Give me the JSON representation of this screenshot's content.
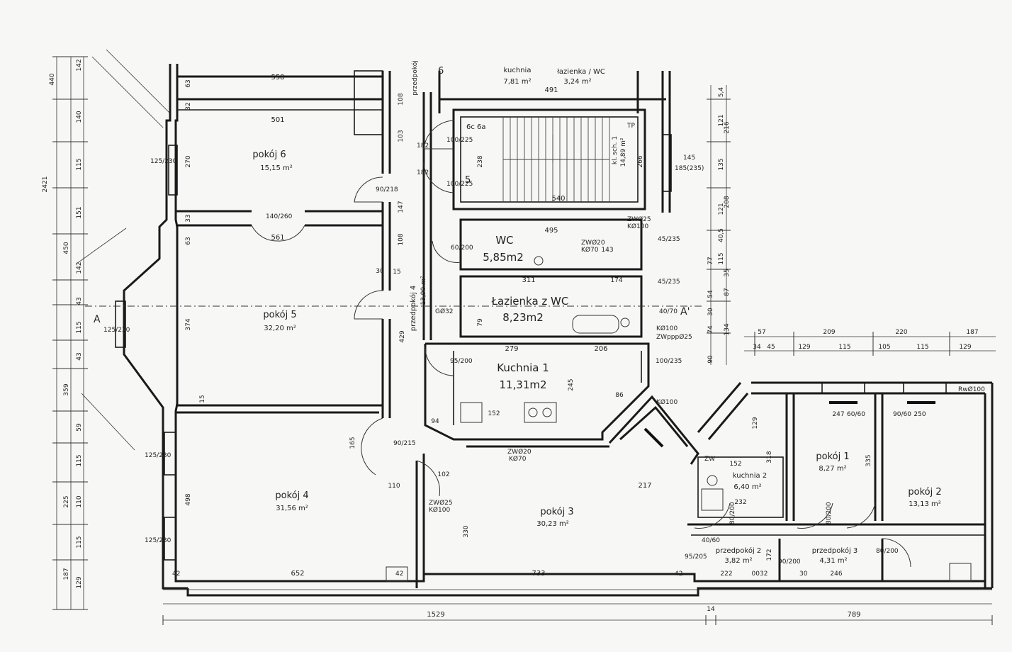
{
  "rooms": {
    "pokoj6": {
      "name": "pokój 6",
      "area": "15,15 m²"
    },
    "pokoj5": {
      "name": "pokój 5",
      "area": "32,20 m²"
    },
    "pokoj4": {
      "name": "pokój 4",
      "area": "31,56 m²"
    },
    "pokoj3": {
      "name": "pokój 3",
      "area": "30,23 m²"
    },
    "pokoj1": {
      "name": "pokój 1",
      "area": "8,27 m²"
    },
    "pokoj2": {
      "name": "pokój 2",
      "area": "13,13 m²"
    },
    "kuchnia1": {
      "name": "Kuchnia 1",
      "area": "11,31m2"
    },
    "kuchnia2": {
      "name": "kuchnia 2",
      "area": "6,40 m²"
    },
    "kuchnia_top": {
      "name": "kuchnia",
      "area": "7,81 m²"
    },
    "lazienka_top": {
      "name": "łazienka / WC",
      "area": "3,24 m²"
    },
    "wc": {
      "name": "WC",
      "area": "5,85m2"
    },
    "lazienka": {
      "name": "Łazienka z WC",
      "area": "8,23m2"
    },
    "klatka": {
      "name": "kl. sch. 1",
      "area": "14,89 m²"
    },
    "przedpokoj4": {
      "name": "przedpokój 4",
      "area": "13,90 m²"
    },
    "przedpokoj2": {
      "name": "przedpokój 2",
      "area": "3,82 m²"
    },
    "przedpokoj3": {
      "name": "przedpokój 3",
      "area": "4,31 m²"
    },
    "przedpokoj_top": {
      "name": "przedpokój"
    }
  },
  "markers": {
    "section_left": "A",
    "section_right": "A'",
    "stair_label": "6c 6a",
    "tp": "TP",
    "zw_label": "ZW",
    "num6": "6",
    "num5": "5"
  },
  "dims": {
    "overall_left": "1529",
    "overall_right": "789",
    "overall_mid": "14",
    "bottom_42a": "42",
    "bottom_652": "652",
    "bottom_42b": "42",
    "bottom_733": "733",
    "bottom_42c": "42",
    "bottom_222": "222",
    "bottom_30": "30",
    "bottom_246": "246",
    "bottom_0032": "0032",
    "top_558": "558",
    "top_501": "501",
    "top_491": "491",
    "top_540": "540",
    "top_495": "495",
    "top_311": "311",
    "top_279": "279",
    "top_206": "206",
    "top_561": "561",
    "top_152a": "152",
    "top_152b": "152",
    "top_232": "232",
    "top_217": "217",
    "top_110": "110",
    "top_102": "102",
    "top_143": "143",
    "top_174": "174",
    "top_247": "247",
    "top_250": "250",
    "top_94": "94",
    "top_86": "86",
    "r_57": "57",
    "r_209": "209",
    "r_220": "220",
    "r_187": "187",
    "r_34": "34",
    "r_45": "45",
    "r_129a": "129",
    "r_115a": "115",
    "r_105": "105",
    "r_115b": "115",
    "r_129b": "129",
    "left_440": "440",
    "left_2421": "2421",
    "left_450": "450",
    "left_359": "359",
    "left_225": "225",
    "left_187": "187",
    "left_142a": "142",
    "left_140": "140",
    "left_115a": "115",
    "left_151": "151",
    "left_142b": "142",
    "left_43a": "43",
    "left_115b": "115",
    "left_43b": "43",
    "left_59": "59",
    "left_115c": "115",
    "left_110": "110",
    "left_115d": "115",
    "left_129": "129",
    "v_270": "270",
    "v_374": "374",
    "v_498": "498",
    "v_429": "429",
    "v_330": "330",
    "v_165": "165",
    "v_108a": "108",
    "v_103": "103",
    "v_147": "147",
    "v_108b": "108",
    "v_238": "238",
    "v_266": "266",
    "v_245": "245",
    "v_335": "335",
    "v_318": "318",
    "v_172": "172",
    "v_129c": "129",
    "v_79": "79",
    "v_63a": "63",
    "v_63b": "63",
    "v_32": "32",
    "v_33": "33",
    "v_30": "30",
    "v_15a": "15",
    "v_15b": "15",
    "right_5_4": "5,4",
    "right_121a": "121",
    "right_135": "135",
    "right_121b": "121",
    "right_40_5": "40,5",
    "right_115": "115",
    "right_77": "77",
    "right_54": "54",
    "right_30": "30",
    "right_74": "74",
    "right_90": "90",
    "right_216": "216",
    "right_208": "208",
    "right_35": "35",
    "right_87": "87",
    "right_134": "134",
    "win_125_230a": "125/230",
    "win_125_230b": "125/230",
    "win_125_230c": "125/230",
    "win_125_230d": "125/230",
    "win_145": "145",
    "win_185": "185(235)",
    "door_90_218": "90/218",
    "door_140_260": "140/260",
    "door_90_215": "90/215",
    "door_100_225a": "100/225",
    "door_100_225b": "100/225",
    "door_182a": "182",
    "door_182b": "182",
    "door_95_200": "95/200",
    "door_100_235": "100/235",
    "door_45_235a": "45/235",
    "door_45_235b": "45/235",
    "door_40_70": "40/70",
    "door_80_200a": "80/200",
    "door_80_200b": "80/200",
    "door_80_200c": "80/200",
    "door_60_200": "60/200",
    "door_95_205": "95/205",
    "door_90_200": "90/200",
    "door_60_60": "60/60",
    "door_90_60": "90/60",
    "door_40_60": "40/60",
    "zw1": "ZWØ25",
    "kw1": "KØ100",
    "zw2": "ZWØ20",
    "kw2": "KØ70",
    "zw3": "ZWØ25",
    "kw3": "KØ100",
    "zw4": "ZWØ20",
    "kw4": "KØ70",
    "kw5": "KØ100",
    "zw5": "ZWpppØ25",
    "rw": "RwØ100",
    "kw6": "KØ100",
    "g032": "GØ32"
  }
}
